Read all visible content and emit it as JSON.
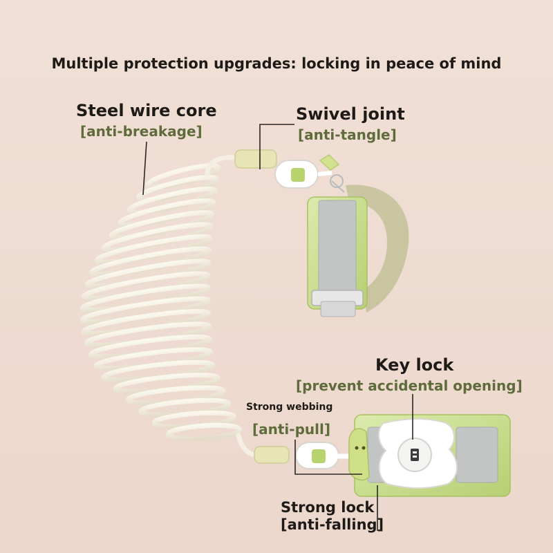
{
  "title": "Multiple protection upgrades: locking in peace of mind",
  "callouts": {
    "steel_wire": {
      "label": "Steel wire core",
      "note": "[anti-breakage]"
    },
    "swivel": {
      "label": "Swivel joint",
      "note": "[anti-tangle]"
    },
    "key_lock": {
      "label": "Key lock",
      "note": "[prevent accidental opening]"
    },
    "webbing": {
      "label": "Strong webbing",
      "note": "[anti-pull]"
    },
    "strong_lock": {
      "label": "Strong lock",
      "note": "[anti-falling]"
    }
  },
  "colors": {
    "background": "#efdcd2",
    "accent_green": "#c8dd8c",
    "strap_gray": "#bfc2c3",
    "note_text": "#5e6b3a",
    "heading_text": "#1e1a17"
  }
}
